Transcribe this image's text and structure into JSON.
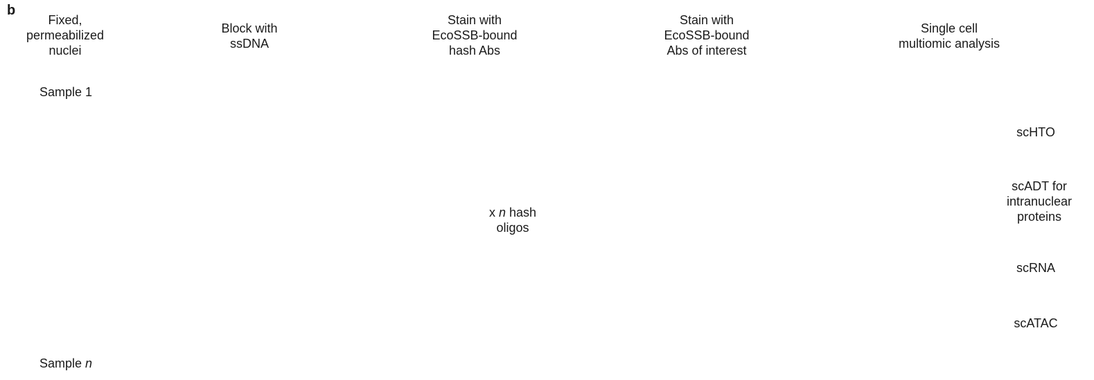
{
  "panel_label": "b",
  "steps": [
    {
      "lines": [
        "Fixed,",
        "permeabilized",
        "nuclei"
      ]
    },
    {
      "lines": [
        "Block with",
        "ssDNA"
      ]
    },
    {
      "lines": [
        "Stain with",
        "EcoSSB-bound",
        "hash Abs"
      ]
    },
    {
      "lines": [
        "Stain with",
        "EcoSSB-bound",
        "Abs of interest"
      ]
    },
    {
      "lines": [
        "Single cell",
        "multiomic analysis"
      ]
    }
  ],
  "samples": {
    "top": "Sample 1",
    "bottom_prefix": "Sample ",
    "bottom_var": "n"
  },
  "hash_note": {
    "prefix": "x ",
    "var": "n",
    "suffix": " hash",
    "line2": "oligos"
  },
  "outputs": [
    {
      "lines": [
        "scHTO"
      ]
    },
    {
      "lines": [
        "scADT for",
        "intranuclear",
        "proteins"
      ]
    },
    {
      "lines": [
        "scRNA"
      ]
    },
    {
      "lines": [
        "scATAC"
      ]
    }
  ],
  "colors": {
    "nucleus_red": "#e88a8a",
    "nucleus_blue": "#b9d3ee",
    "nucleus_orange": "#f6c29a",
    "nucleus_purple": "#d9d4ea",
    "ab_blue": "#2f3d94",
    "ab_purple": "#8e2f8f",
    "ab_teal": "#1f9e92",
    "ab_orange": "#f0902a",
    "ab_pink": "#e0318f",
    "ssb_gray": "#6f6f6f",
    "nucleosome_gray": "#555555",
    "tn5_green": "#a9d6a3"
  }
}
